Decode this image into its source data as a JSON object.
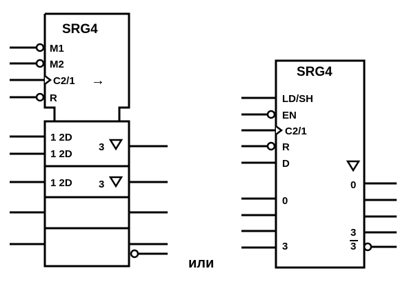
{
  "left_symbol": {
    "title": "SRG4",
    "control_block": {
      "inputs": [
        "M1",
        "M2",
        "C2/1",
        "R"
      ],
      "shift_arrow": "→"
    },
    "cells": [
      {
        "label_top": "1 2D",
        "label_bottom": "1 2D",
        "output_label": "3"
      },
      {
        "label_top": "1 2D",
        "label_bottom": "",
        "output_label": "3"
      }
    ]
  },
  "separator_word": "или",
  "right_symbol": {
    "title": "SRG4",
    "inputs": [
      "LD/SH",
      "EN",
      "C2/1",
      "R",
      "D"
    ],
    "data_inputs": [
      "0",
      "3"
    ],
    "outputs": [
      "0",
      "3",
      "3"
    ]
  },
  "colors": {
    "ink": "#000000",
    "background": "#ffffff"
  }
}
